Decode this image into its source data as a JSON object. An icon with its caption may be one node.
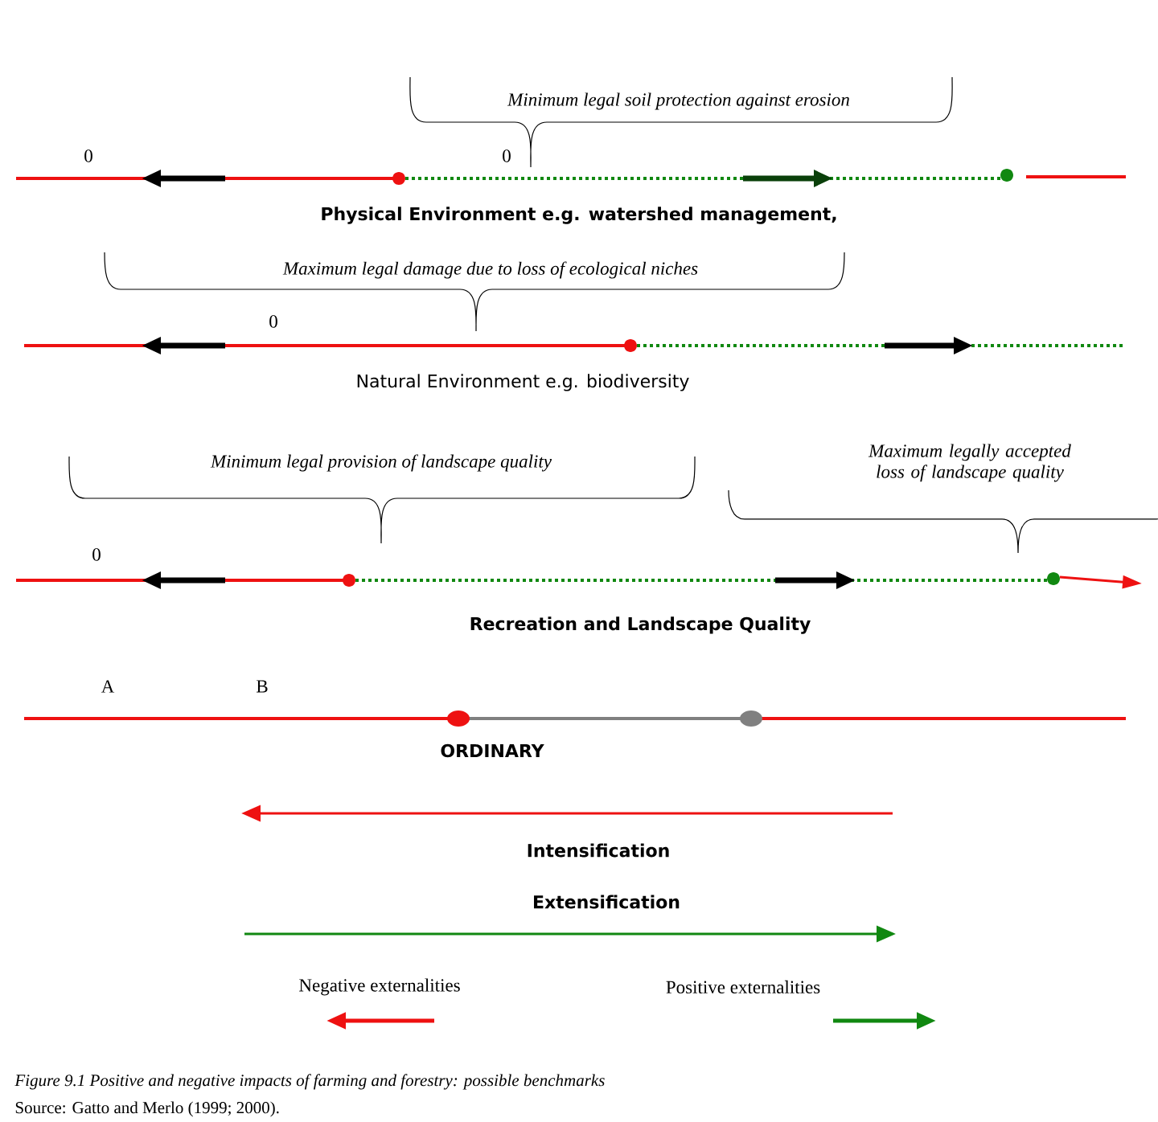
{
  "diagram": {
    "caption": "Figure 9.1 Positive and negative impacts of farming and forestry: possible benchmarks",
    "labels": [
      "Minimum legal soil protection against erosion",
      "0",
      "0",
      "Physical Environment e.g. watershed management,",
      "Maximum legal damage due to loss of ecological niches",
      "0",
      "Natural Environment e.g. biodiversity",
      "Minimum legal provision of landscape quality",
      "Maximum legally accepted loss of landscape quality",
      "0",
      "Recreation and Landscape Quality",
      "A",
      "B",
      "ORDINARY",
      "Intensification",
      "Extensification",
      "Negative externalities",
      "Positive externalities",
      "Source: Gatto and Merlo (1999; 2000)."
    ]
  }
}
